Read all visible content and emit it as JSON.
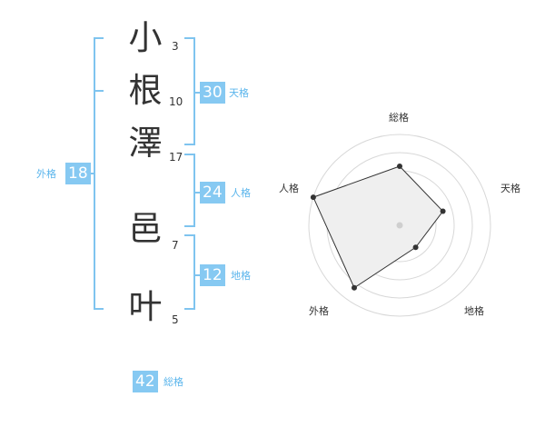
{
  "name": {
    "characters": [
      {
        "char": "小",
        "strokes": "3"
      },
      {
        "char": "根",
        "strokes": "10"
      },
      {
        "char": "澤",
        "strokes": "17"
      },
      {
        "char": "邑",
        "strokes": "7"
      },
      {
        "char": "叶",
        "strokes": "5"
      }
    ]
  },
  "fortunes": {
    "tenkaku": {
      "value": "30",
      "label": "天格"
    },
    "jinkaku": {
      "value": "24",
      "label": "人格"
    },
    "chikaku": {
      "value": "12",
      "label": "地格"
    },
    "gaikaku": {
      "value": "18",
      "label": "外格"
    },
    "soukaku": {
      "value": "42",
      "label": "総格"
    }
  },
  "radar": {
    "axes": [
      {
        "key": "soukaku",
        "label": "総格",
        "value": 0.65
      },
      {
        "key": "tenkaku",
        "label": "天格",
        "value": 0.5
      },
      {
        "key": "chikaku",
        "label": "地格",
        "value": 0.3
      },
      {
        "key": "gaikaku",
        "label": "外格",
        "value": 0.85
      },
      {
        "key": "jinkaku",
        "label": "人格",
        "value": 1.0
      }
    ]
  },
  "colors": {
    "accent": "#86c9f2",
    "accent_text": "#5ab5ec",
    "bracket": "#7fc4ef",
    "ring": "#d8d8d8",
    "fill": "#efefef",
    "polygon": "#333333"
  }
}
